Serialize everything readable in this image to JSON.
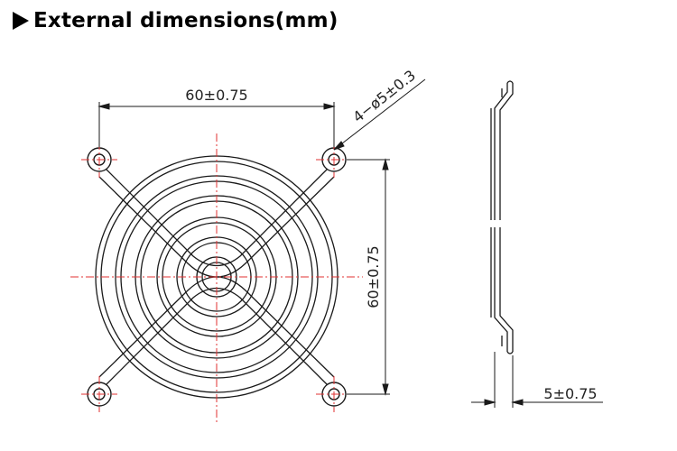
{
  "title": {
    "text": "External dimensions(mm)"
  },
  "dimensions": {
    "width_label": "60±0.75",
    "height_label": "60±0.75",
    "hole_label": "4−ø5±0.3",
    "thickness_label": "5±0.75"
  },
  "colors": {
    "line": "#1a1a1a",
    "centerline": "#e03030",
    "text": "#222222"
  }
}
